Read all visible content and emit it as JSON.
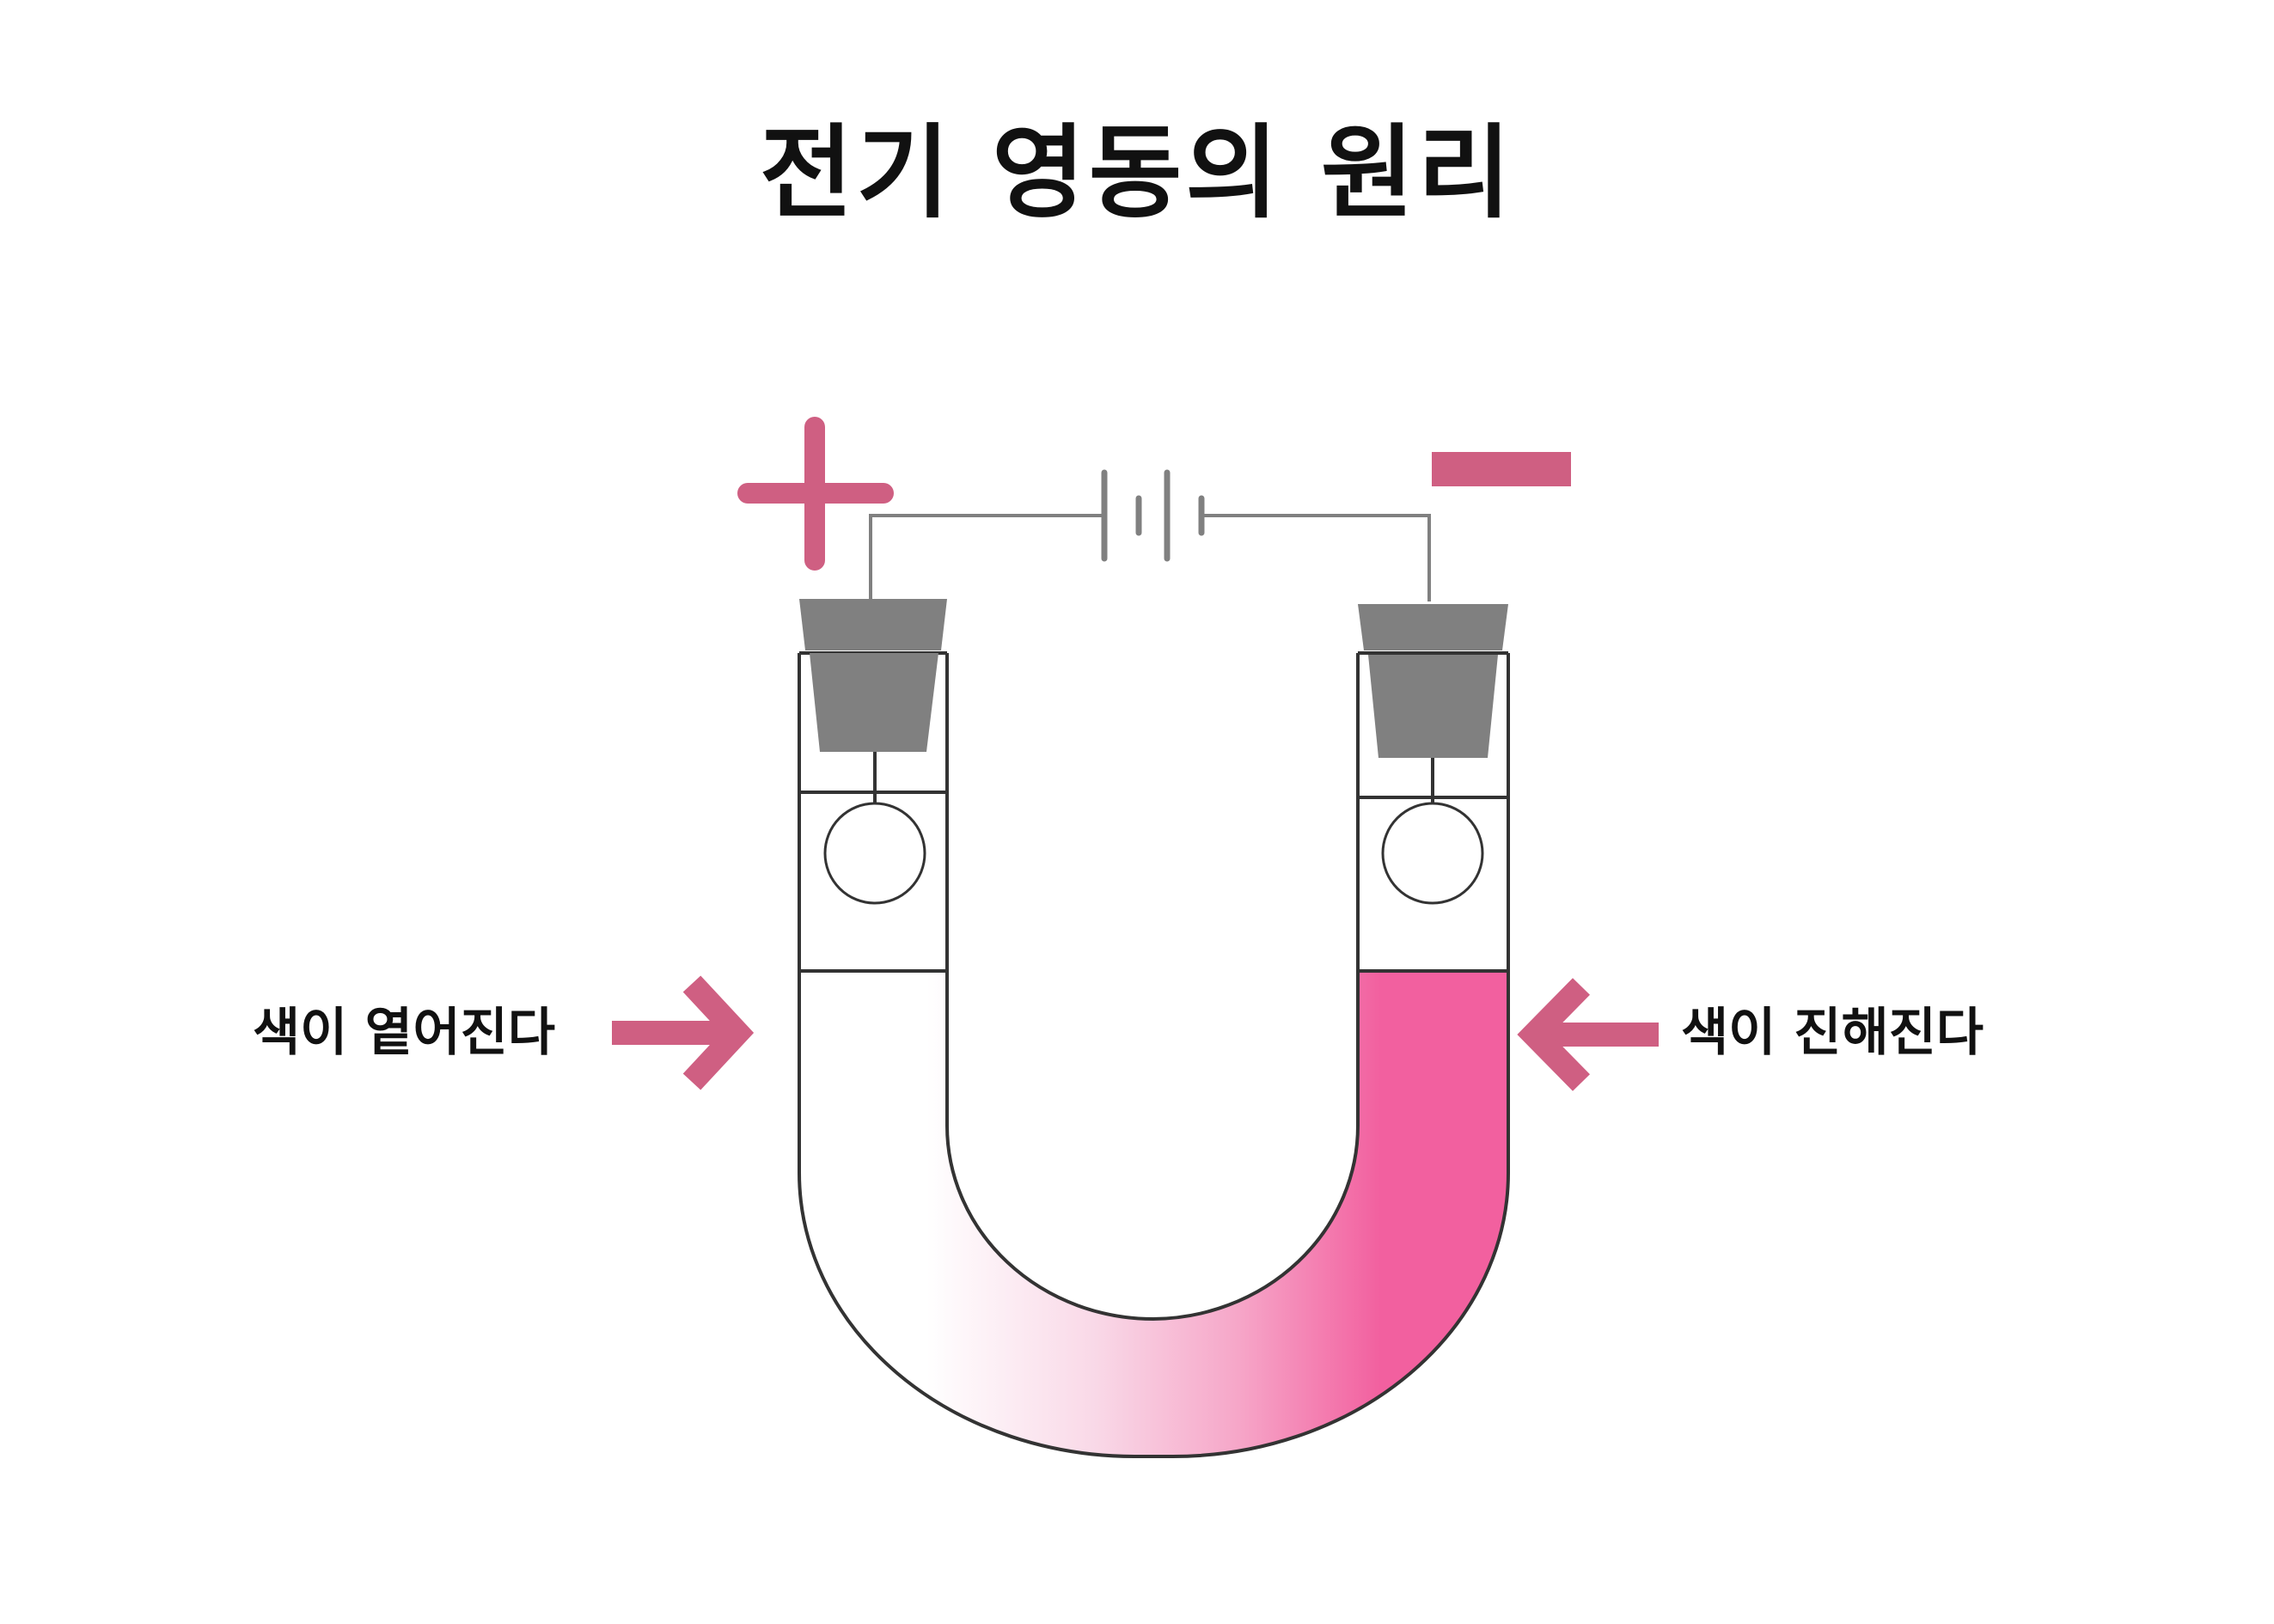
{
  "title": "전기 영동의 원리",
  "labels": {
    "left_side": "색이 옅어진다",
    "right_side": "색이 진해진다"
  },
  "electrodes": {
    "positive_sign": "+",
    "negative_sign": "−"
  },
  "colors": {
    "accent": "#cf5f82",
    "solution_dark": "#f2609f",
    "tube_outline": "#333333",
    "wire": "#808080",
    "stopper": "#808080"
  }
}
